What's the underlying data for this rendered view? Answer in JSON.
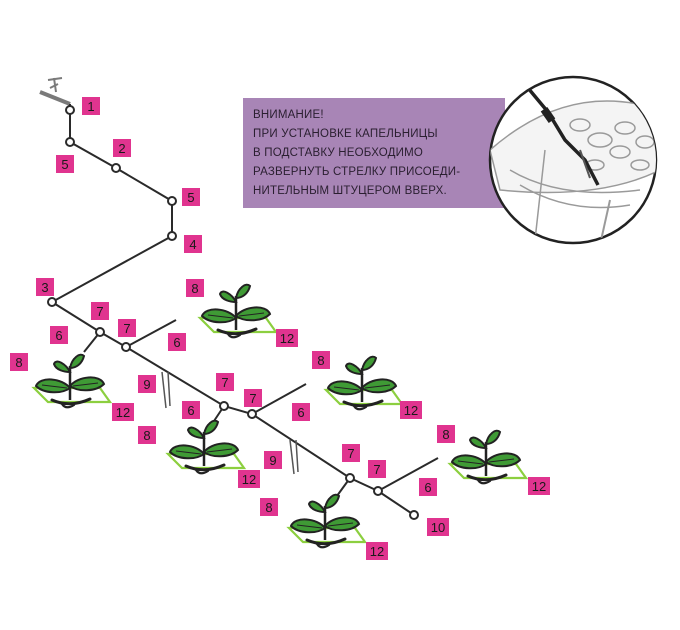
{
  "notice": {
    "lines": [
      "ВНИМАНИЕ!",
      "ПРИ УСТАНОВКЕ КАПЕЛЬНИЦЫ",
      "В ПОДСТАВКУ НЕОБХОДИМО",
      "РАЗВЕРНУТЬ СТРЕЛКУ ПРИСОЕДИ-",
      "НИТЕЛЬНЫМ ШТУЦЕРОМ ВВЕРХ."
    ]
  },
  "labels": [
    "1",
    "2",
    "3",
    "4",
    "5",
    "5",
    "6",
    "6",
    "6",
    "6",
    "6",
    "7",
    "7",
    "7",
    "7",
    "7",
    "7",
    "8",
    "8",
    "8",
    "8",
    "8",
    "8",
    "9",
    "9",
    "10",
    "12",
    "12",
    "12",
    "12",
    "12",
    "12"
  ],
  "colors": {
    "label": "#e0348f",
    "notice_bg": "#a885b6",
    "leaf": "#3f9a35",
    "tray": "#8ccf3f",
    "line": "#2a2a2a"
  },
  "icons": [
    "valve-icon",
    "plant-icon",
    "dripper-stake-icon",
    "pot-detail-icon"
  ]
}
